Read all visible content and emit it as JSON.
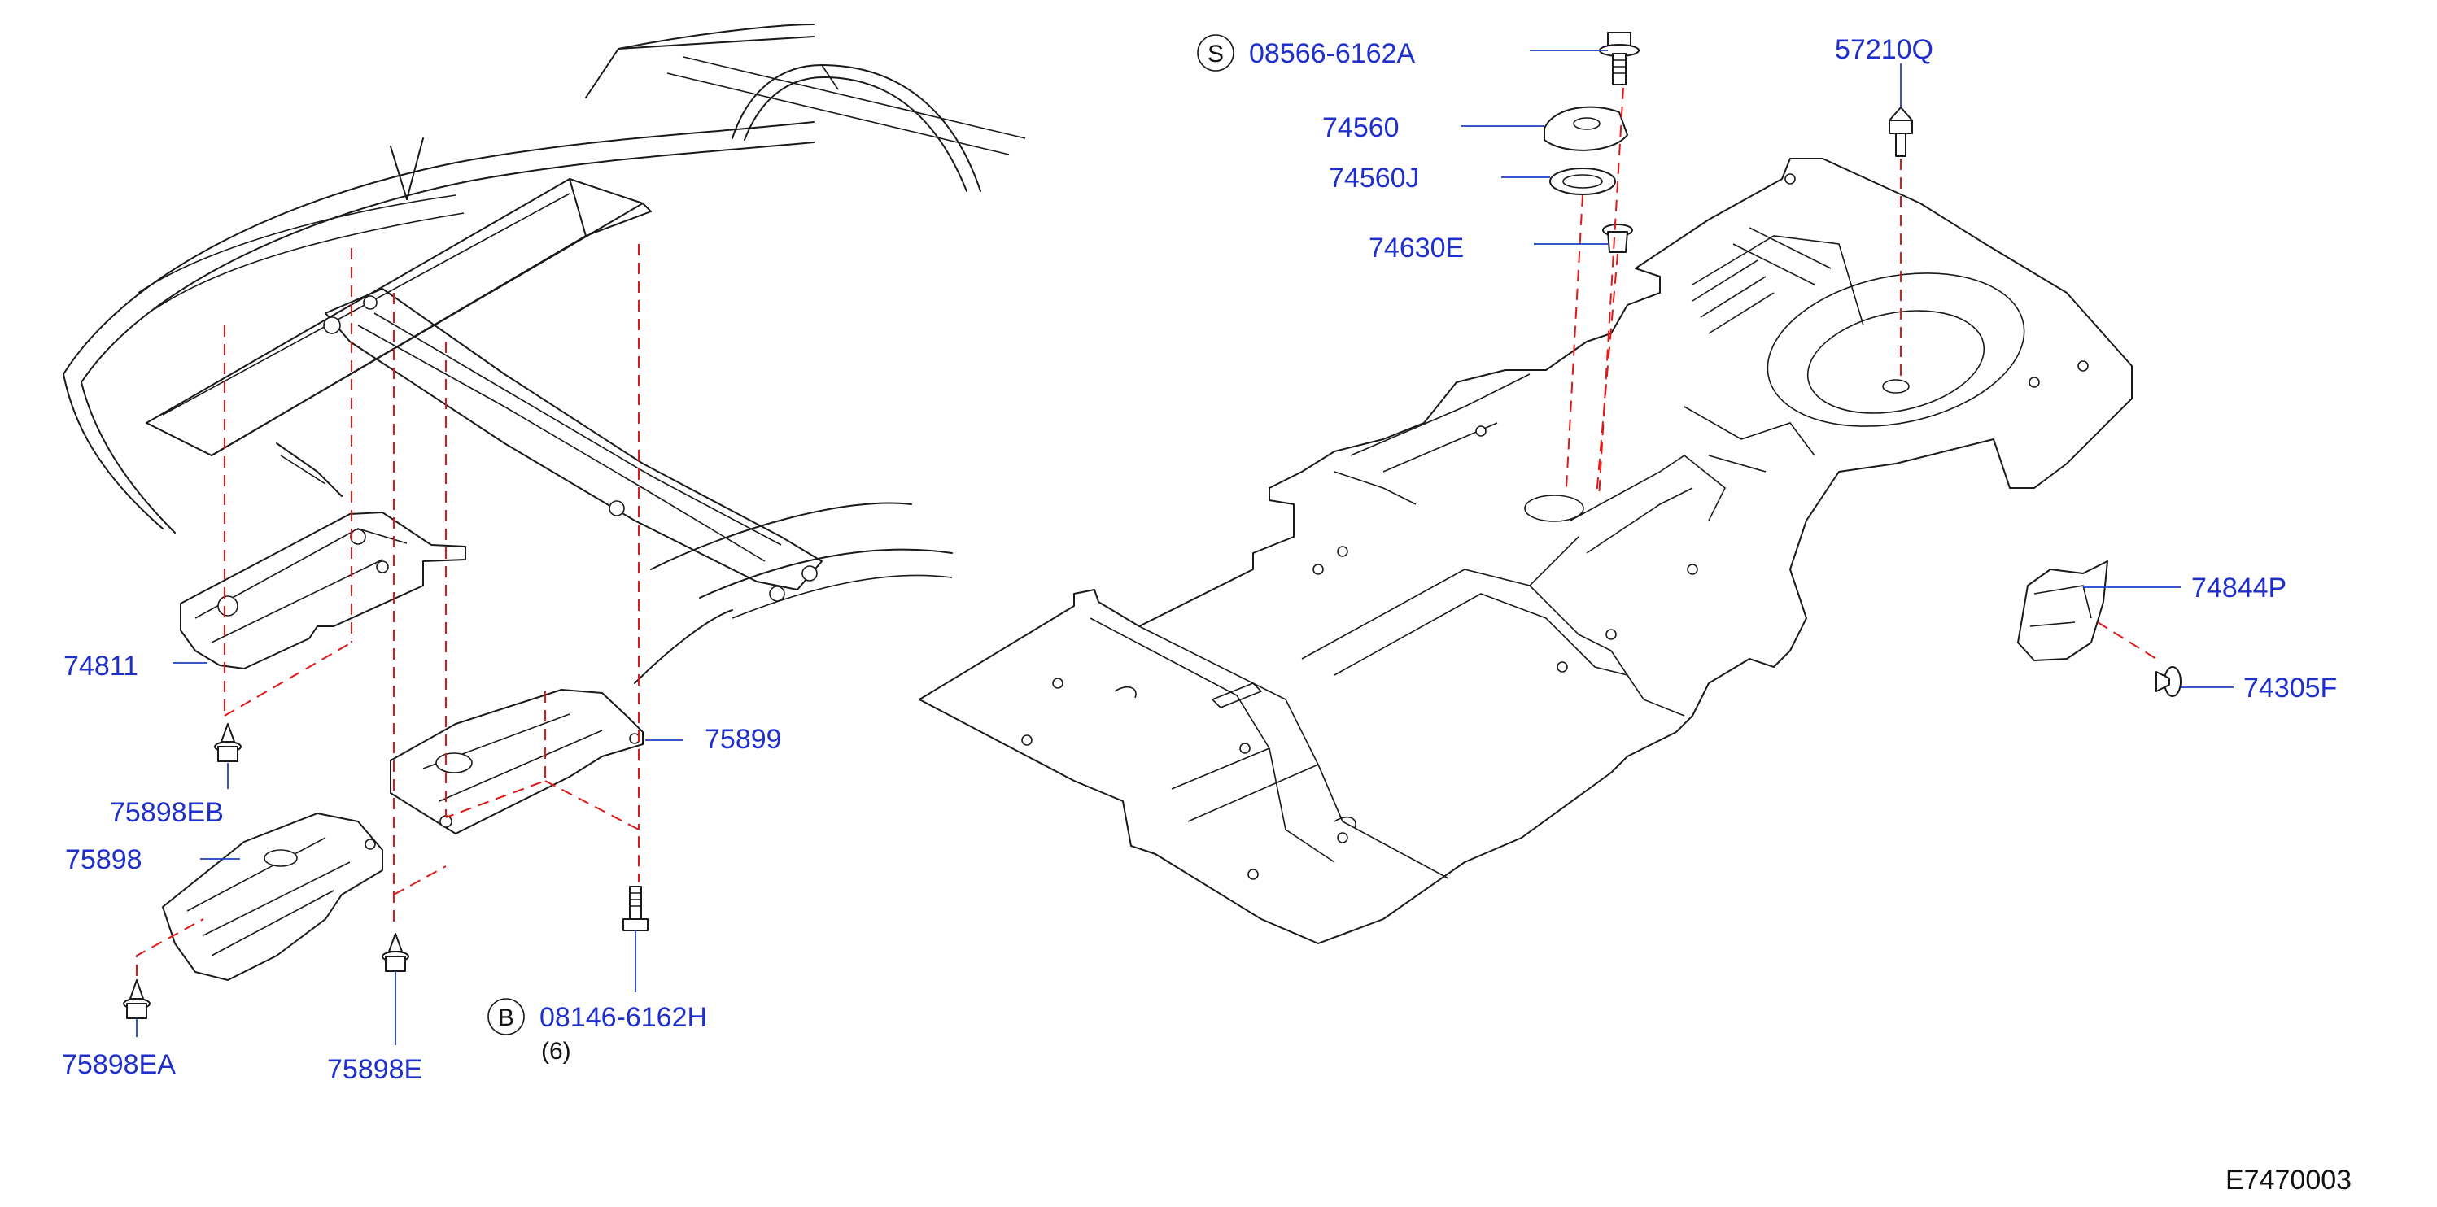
{
  "callouts": {
    "c_74811": "74811",
    "c_75898EB": "75898EB",
    "c_75898": "75898",
    "c_75898EA": "75898EA",
    "c_75898E": "75898E",
    "c_75899": "75899",
    "c_08146": "08146-6162H",
    "c_08146_qty": "(6)",
    "c_08566": "08566-6162A",
    "c_74560": "74560",
    "c_74560J": "74560J",
    "c_74630E": "74630E",
    "c_57210Q": "57210Q",
    "c_74844P": "74844P",
    "c_74305F": "74305F"
  },
  "markers": {
    "bolt_b": "B",
    "bolt_s": "S"
  },
  "diagram_code": "E7470003",
  "colors": {
    "label": "#1f2fcc",
    "leader": "#1f3fbf",
    "dashed_guide": "#e01818",
    "line_art": "#1a1a1a"
  }
}
